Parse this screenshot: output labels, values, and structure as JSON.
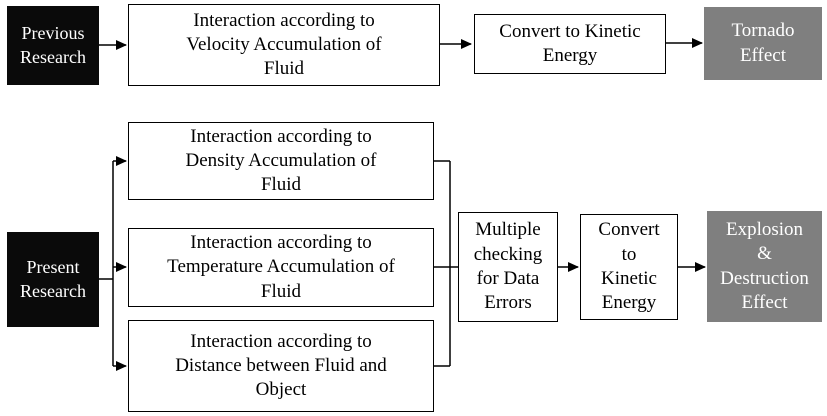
{
  "title": "Research comparison flow diagram",
  "colors": {
    "black": "#0a0a0a",
    "gray": "#7f7f7f",
    "white": "#ffffff",
    "line": "#000000"
  },
  "boxes": {
    "previous_source": "Previous\nResearch",
    "velocity": "Interaction according to\nVelocity Accumulation of\nFluid",
    "convert_top": "Convert to Kinetic\nEnergy",
    "tornado": "Tornado\nEffect",
    "present_source": "Present\nResearch",
    "density": "Interaction according to\nDensity Accumulation of\nFluid",
    "temperature": "Interaction according to\nTemperature Accumulation of\nFluid",
    "distance": "Interaction according to\nDistance between Fluid and\nObject",
    "checking": "Multiple\nchecking\nfor Data\nErrors",
    "convert_bottom": "Convert\nto\nKinetic\nEnergy",
    "explosion": "Explosion\n&\nDestruction\nEffect"
  }
}
